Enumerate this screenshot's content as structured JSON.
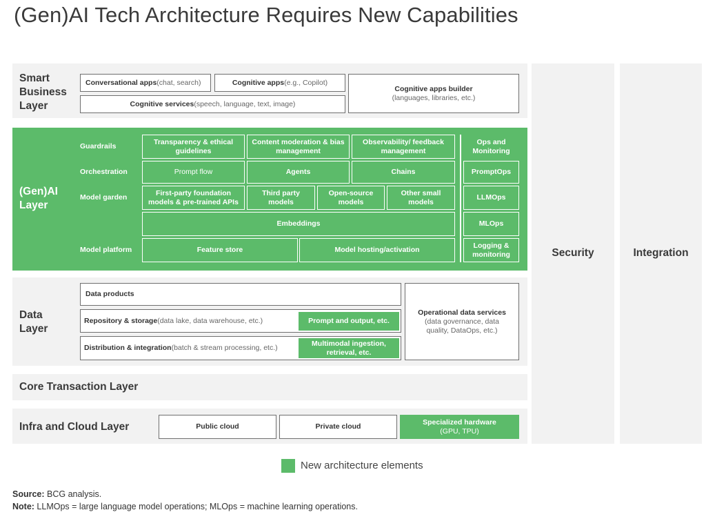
{
  "title": "(Gen)AI Tech Architecture Requires New Capabilities",
  "colors": {
    "accent_green": "#5cbb6a",
    "panel_gray": "#f2f2f2",
    "border_gray": "#6e6e6e"
  },
  "side_columns": {
    "security": "Security",
    "integration": "Integration"
  },
  "smart_business": {
    "label": "Smart Business Layer",
    "conversational": {
      "bold": "Conversational apps",
      "light": " (chat, search)"
    },
    "cognitive_apps": {
      "bold": "Cognitive apps",
      "light": "  (e.g., Copilot)"
    },
    "cognitive_services": {
      "bold": "Cognitive services",
      "light": " (speech, language, text, image)"
    },
    "builder": {
      "bold": "Cognitive apps builder",
      "light": "(languages, libraries, etc.)"
    }
  },
  "genai": {
    "label": "(Gen)AI Layer",
    "rows": {
      "guardrails": "Guardrails",
      "orchestration": "Orchestration",
      "model_garden": "Model garden",
      "model_platform": "Model platform"
    },
    "transparency": "Transparency & ethical guidelines",
    "content_moderation": "Content moderation & bias management",
    "observability": "Observability/ feedback management",
    "prompt_flow": "Prompt flow",
    "agents": "Agents",
    "chains": "Chains",
    "first_party": "First-party foundation models & pre-trained APIs",
    "third_party": "Third party models",
    "open_source": "Open-source models",
    "other_small": "Other small models",
    "embeddings": "Embeddings",
    "feature_store": "Feature store",
    "model_hosting": "Model hosting/activation",
    "ops_monitoring": "Ops and Monitoring",
    "promptops": "PromptOps",
    "llmops": "LLMOps",
    "mlops": "MLOps",
    "logging": "Logging & monitoring"
  },
  "data_layer": {
    "label": "Data Layer",
    "data_products": "Data products",
    "repository": {
      "bold": "Repository & storage",
      "light": " (data lake, data warehouse, etc.)"
    },
    "prompt_output": "Prompt and output, etc.",
    "distribution": {
      "bold": "Distribution & integration",
      "light": " (batch & stream processing, etc.)"
    },
    "multimodal": "Multimodal ingestion, retrieval, etc.",
    "operational": {
      "bold": "Operational data services",
      "light": "(data governance, data quality, DataOps, etc.)"
    }
  },
  "core_layer": {
    "label": "Core Transaction Layer"
  },
  "infra_layer": {
    "label": "Infra and Cloud Layer",
    "public_cloud": "Public cloud",
    "private_cloud": "Private cloud",
    "specialized": {
      "bold": "Specialized hardware",
      "light": "(GPU, TPU)"
    }
  },
  "legend": {
    "label": "New architecture elements"
  },
  "footer": {
    "source_label": "Source:",
    "source_text": " BCG analysis.",
    "note_label": "Note:",
    "note_text": " LLMOps = large language model operations; MLOps = machine learning operations."
  }
}
